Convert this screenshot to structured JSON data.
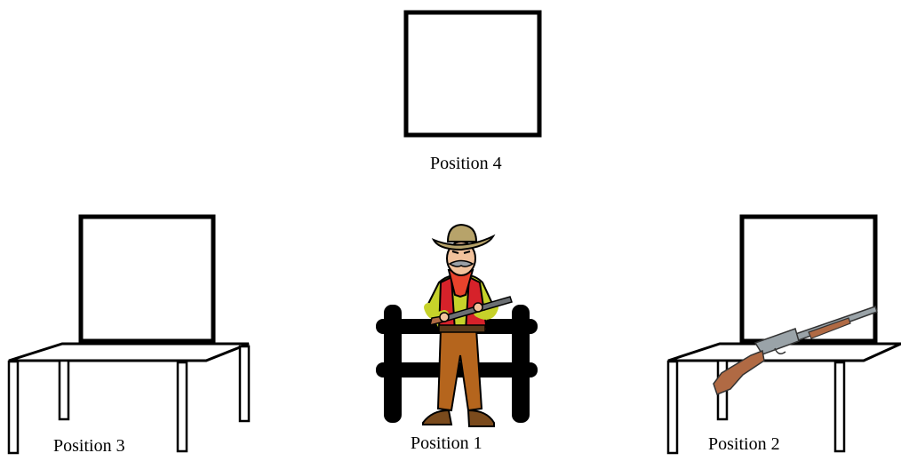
{
  "positions": [
    {
      "id": "position-4",
      "label": "Position 4"
    },
    {
      "id": "position-3",
      "label": "Position 3"
    },
    {
      "id": "position-1",
      "label": "Position 1"
    },
    {
      "id": "position-2",
      "label": "Position 2"
    }
  ],
  "figures": {
    "cowboy": "cowboy-holding-rifle-icon",
    "fence": "wooden-fence-icon",
    "rifle": "rifle-icon"
  },
  "colors": {
    "stroke": "#000000",
    "hat": "#b7a36a",
    "shirt": "#c6d22a",
    "vest": "#d6222a",
    "pants": "#b5651d",
    "rifle_stock": "#b06a44",
    "rifle_metal": "#9aa3a8"
  }
}
